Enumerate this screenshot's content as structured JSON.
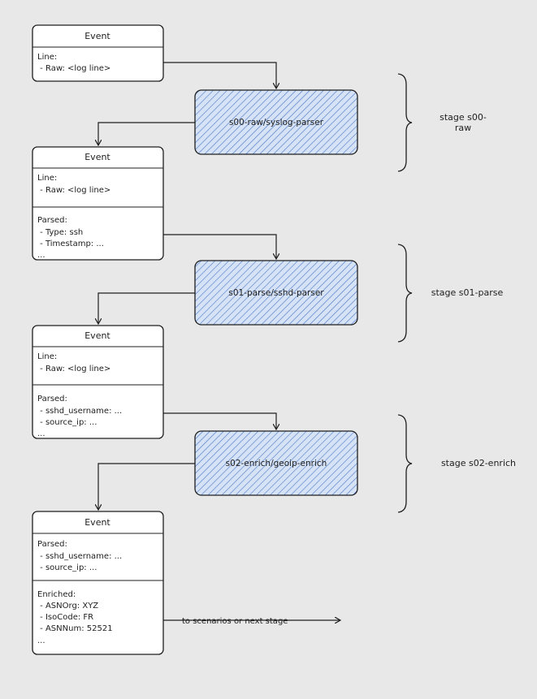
{
  "events": [
    {
      "title": "Event",
      "sections": [
        [
          "Line:",
          " - Raw: <log line>"
        ]
      ]
    },
    {
      "title": "Event",
      "sections": [
        [
          "Line:",
          " - Raw: <log line>"
        ],
        [
          "Parsed:",
          " - Type: ssh",
          " - Timestamp: ...",
          "..."
        ]
      ]
    },
    {
      "title": "Event",
      "sections": [
        [
          "Line:",
          " - Raw: <log line>"
        ],
        [
          "Parsed:",
          " - sshd_username: ...",
          " - source_ip: ...",
          "..."
        ]
      ]
    },
    {
      "title": "Event",
      "sections": [
        [
          "Parsed:",
          " - sshd_username: ...",
          " - source_ip: ..."
        ],
        [
          "Enriched:",
          " - ASNOrg: XYZ",
          " - IsoCode: FR",
          " - ASNNum: 52521",
          "..."
        ]
      ]
    }
  ],
  "parsers": [
    {
      "label": "s00-raw/syslog-parser"
    },
    {
      "label": "s01-parse/sshd-parser"
    },
    {
      "label": "s02-enrich/geoip-enrich"
    }
  ],
  "stages": [
    {
      "lines": [
        "stage s00-",
        "raw"
      ]
    },
    {
      "lines": [
        "stage s01-parse"
      ]
    },
    {
      "lines": [
        "stage s02-enrich"
      ]
    }
  ],
  "output_label": "to scenarios or next stage",
  "colors": {
    "hatch": "#4a78c8",
    "parser_fill": "#d6e2f5",
    "background": "#e8e8e8"
  }
}
